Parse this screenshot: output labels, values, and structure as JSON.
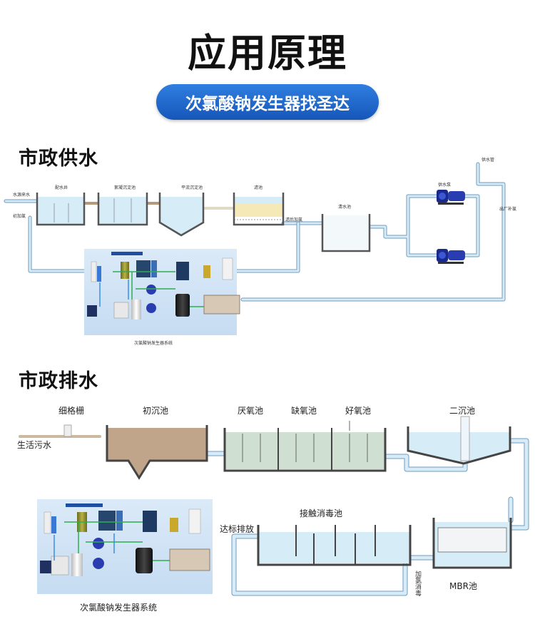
{
  "title": "应用原理",
  "subtitle_badge": "次氯酸钠发生器找圣达",
  "supply": {
    "heading": "市政供水",
    "labels": {
      "source_water": "水源来水",
      "initial_chlorine": "初加氯",
      "distribution_well": "配水井",
      "flocculation_tank": "絮凝沉淀池",
      "sedimentation_tank": "平流沉淀池",
      "filter_tank": "滤池",
      "post_filter_chlorine": "滤后加氯",
      "clear_water_tank": "清水池",
      "supply_pump": "供水泵",
      "supply_pipe": "供水管",
      "plant_chlorine": "出厂补氯",
      "system_caption": "次氯酸钠发生器系统"
    }
  },
  "drainage": {
    "heading": "市政排水",
    "labels": {
      "fine_screen": "细格栅",
      "primary_clarifier": "初沉池",
      "anaerobic_tank": "厌氧池",
      "anoxic_tank": "缺氧池",
      "aerobic_tank": "好氧池",
      "secondary_clarifier": "二沉池",
      "sewage": "生活污水",
      "contact_tank": "接触消毒池",
      "discharge": "达标排放",
      "chlorine_disinfect": "加氯消毒",
      "mbr_tank": "MBR池",
      "system_caption": "次氯酸钠发生器系统"
    }
  },
  "colors": {
    "pipe": "#cfe6f4",
    "pipe_edge": "#5e93b8",
    "water": "#d6ecf7",
    "brown": "#c0a58a",
    "green_tank": "#cfe0d2",
    "badge": "#1f6ad0",
    "panel": "#cfe3f6"
  }
}
